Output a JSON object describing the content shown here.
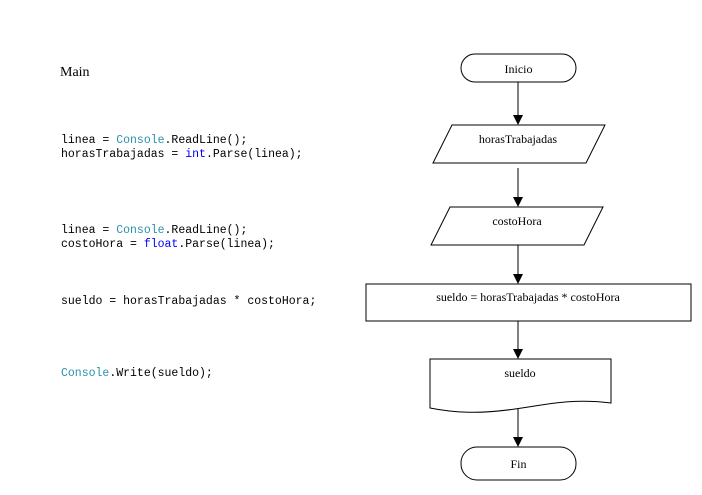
{
  "title": "Main",
  "code_blocks": [
    {
      "lines": [
        [
          {
            "t": "linea = "
          },
          {
            "t": "Console",
            "c": "cyan"
          },
          {
            "t": ".ReadLine();"
          }
        ],
        [
          {
            "t": "horasTrabajadas = "
          },
          {
            "t": "int",
            "c": "blue"
          },
          {
            "t": ".Parse(linea);"
          }
        ]
      ]
    },
    {
      "lines": [
        [
          {
            "t": "linea = "
          },
          {
            "t": "Console",
            "c": "cyan"
          },
          {
            "t": ".ReadLine();"
          }
        ],
        [
          {
            "t": "costoHora = "
          },
          {
            "t": "float",
            "c": "blue"
          },
          {
            "t": ".Parse(linea);"
          }
        ]
      ]
    },
    {
      "lines": [
        [
          {
            "t": "sueldo = horasTrabajadas * costoHora;"
          }
        ]
      ]
    },
    {
      "lines": [
        [
          {
            "t": "Console",
            "c": "cyan"
          },
          {
            "t": ".Write(sueldo);"
          }
        ]
      ]
    }
  ],
  "flowchart": {
    "start": "Inicio",
    "input1": "horasTrabajadas",
    "input2": "costoHora",
    "process": "sueldo  = horasTrabajadas * costoHora",
    "output": "sueldo",
    "end": "Fin"
  },
  "colors": {
    "type_color": "#2b91af",
    "keyword_color": "#0000ff"
  }
}
